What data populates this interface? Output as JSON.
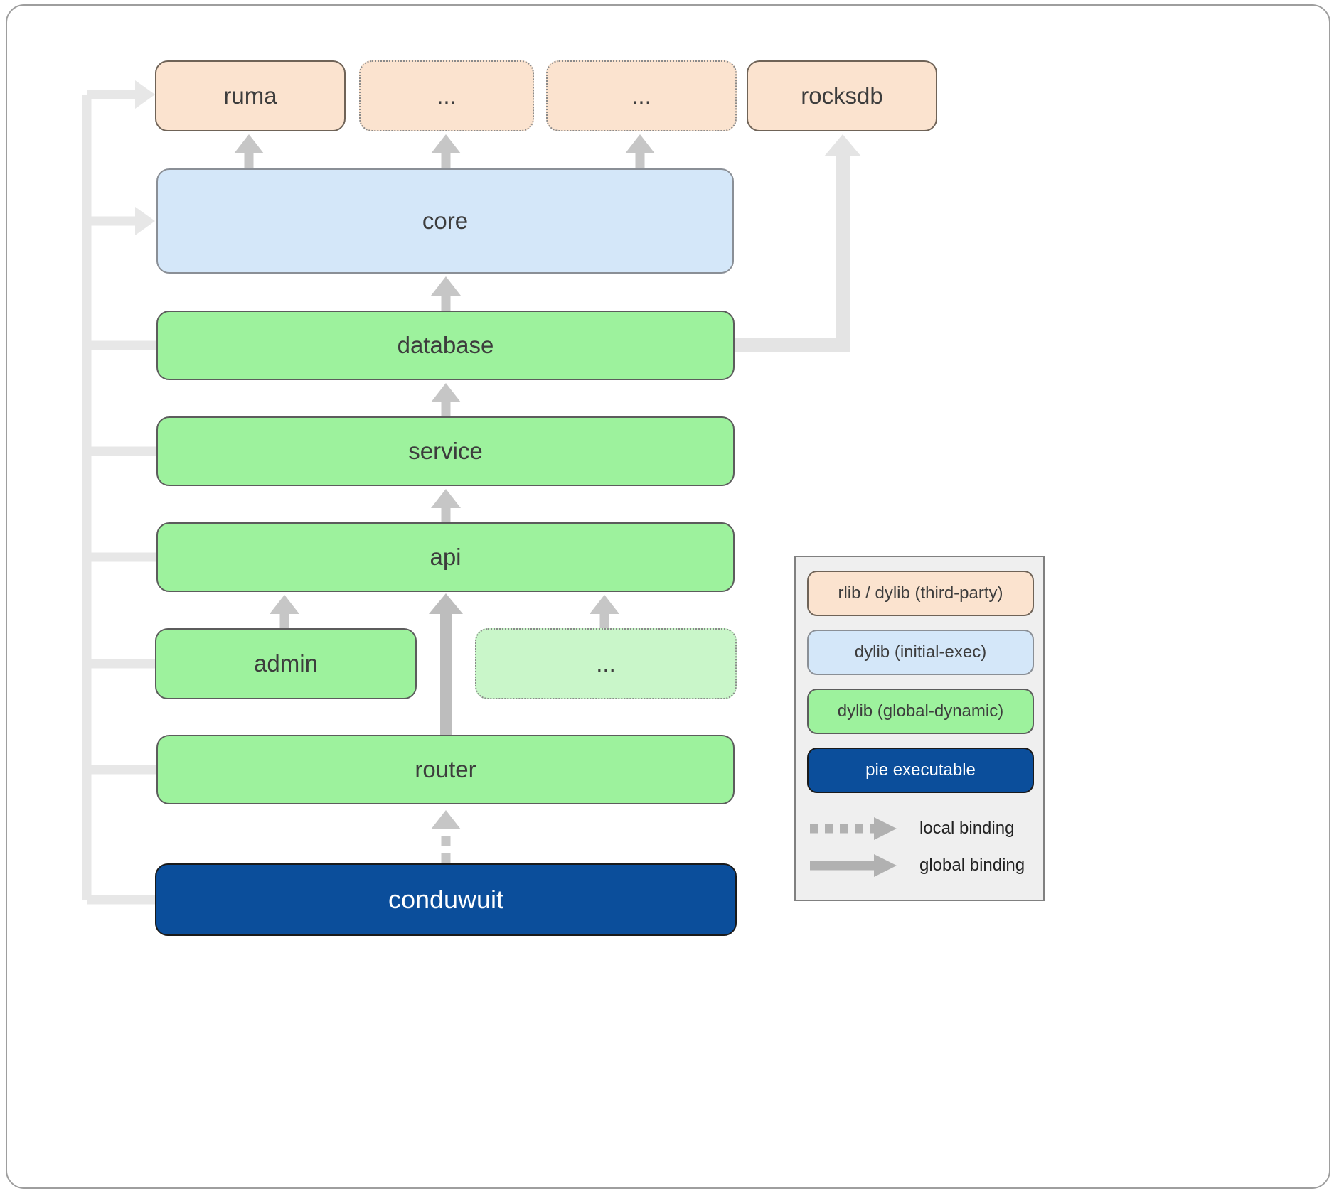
{
  "diagram": {
    "nodes": {
      "ruma": {
        "label": "ruma"
      },
      "dep1": {
        "label": "..."
      },
      "dep2": {
        "label": "..."
      },
      "rocksdb": {
        "label": "rocksdb"
      },
      "core": {
        "label": "core"
      },
      "database": {
        "label": "database"
      },
      "service": {
        "label": "service"
      },
      "api": {
        "label": "api"
      },
      "admin": {
        "label": "admin"
      },
      "extra": {
        "label": "..."
      },
      "router": {
        "label": "router"
      },
      "conduwuit": {
        "label": "conduwuit"
      }
    },
    "edges": [
      {
        "from": "core",
        "to": "ruma",
        "binding": "global"
      },
      {
        "from": "core",
        "to": "dep1",
        "binding": "global"
      },
      {
        "from": "core",
        "to": "dep2",
        "binding": "global"
      },
      {
        "from": "database",
        "to": "core",
        "binding": "global"
      },
      {
        "from": "database",
        "to": "rocksdb",
        "binding": "global"
      },
      {
        "from": "service",
        "to": "database",
        "binding": "global"
      },
      {
        "from": "api",
        "to": "service",
        "binding": "global"
      },
      {
        "from": "admin",
        "to": "api",
        "binding": "global"
      },
      {
        "from": "extra",
        "to": "api",
        "binding": "global"
      },
      {
        "from": "router",
        "to": "api",
        "binding": "global"
      },
      {
        "from": "conduwuit",
        "to": "router",
        "binding": "local"
      },
      {
        "from": "conduwuit",
        "to": "ruma",
        "binding": "global"
      },
      {
        "from": "conduwuit",
        "to": "core",
        "binding": "global"
      }
    ],
    "colors": {
      "third_party_fill": "#fbe3cf",
      "initial_exec_fill": "#d4e7f9",
      "global_dynamic_fill": "#9df29d",
      "global_dynamic_light_fill": "#c9f6c9",
      "pie_executable_fill": "#0b4e9b",
      "arrow_direct": "#c6c6c6",
      "arrow_routing": "#e7e7e7"
    }
  },
  "legend": {
    "items": [
      {
        "label": "rlib / dylib (third-party)",
        "type": "third-party"
      },
      {
        "label": "dylib (initial-exec)",
        "type": "initial-exec"
      },
      {
        "label": "dylib (global-dynamic)",
        "type": "global-dynamic"
      },
      {
        "label": "pie executable",
        "type": "pie-executable"
      }
    ],
    "bindings": [
      {
        "label": "local binding",
        "style": "dashed"
      },
      {
        "label": "global binding",
        "style": "solid"
      }
    ]
  }
}
